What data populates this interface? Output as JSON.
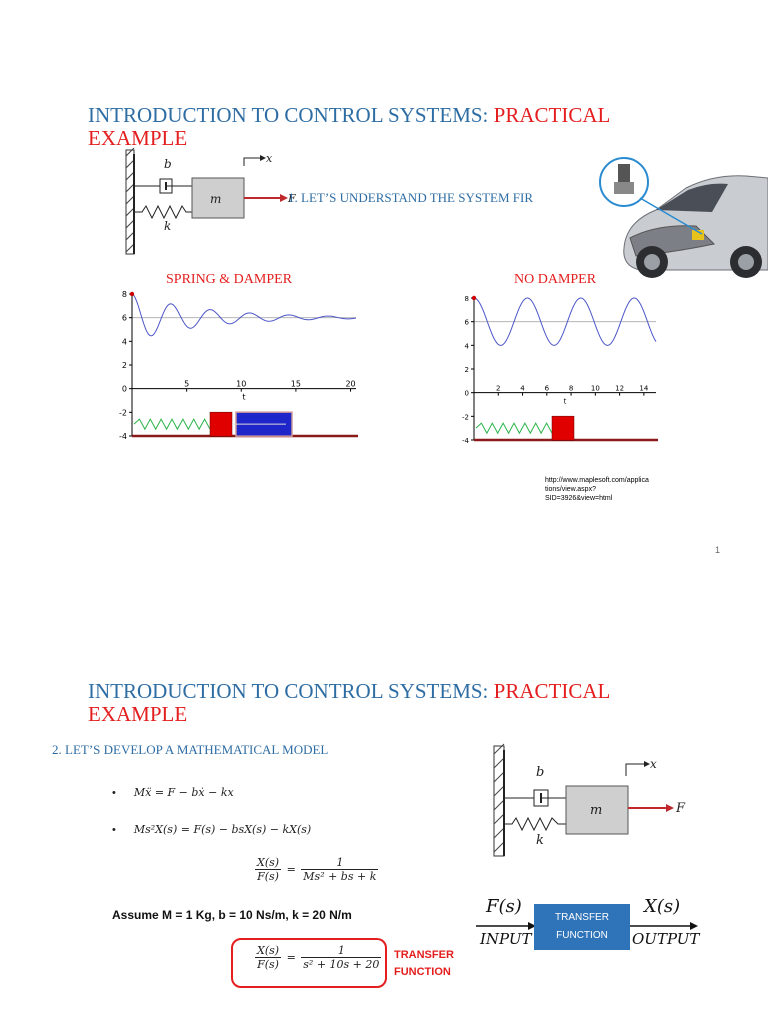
{
  "slide1": {
    "title_blue": "Introduction to Control Systems: ",
    "title_red": "Practical",
    "title_red2": "Example",
    "step_label": "1. Let’s understand the system fir",
    "diagram": {
      "b": "b",
      "k": "k",
      "m": "m",
      "x": "x",
      "F": "F"
    },
    "left_caption": "SPRING & DAMPER",
    "right_caption": "NO DAMPER",
    "url_line1": "http://www.maplesoft.com/applica",
    "url_line2": "tions/view.aspx?",
    "url_line3": "SID=3926&view=html",
    "page_number": "1"
  },
  "slide2": {
    "title_blue": "Introduction to Control Systems: ",
    "title_red": "Practical",
    "title_red2": "Example",
    "step_label": "2. Let’s develop a mathematical model",
    "eq1": "Mẍ = F − bẋ − kx",
    "eq2": "Ms²X(s) = F(s) − bsX(s) − kX(s)",
    "frac_num": "X(s)",
    "frac_den": "F(s)",
    "eq3_num": "1",
    "eq3_den": "Ms² + bs + k",
    "assume": "Assume M = 1 Kg, b = 10 Ns/m, k = 20 N/m",
    "eq4_num": "1",
    "eq4_den": "s² + 10s + 20",
    "tf_label_1": "TRANSFER",
    "tf_label_2": "FUNCTION",
    "block_input_sym": "F(s)",
    "block_output_sym": "X(s)",
    "block_input": "INPUT",
    "block_output": "OUTPUT",
    "block_label_1": "TRANSFER",
    "block_label_2": "FUNCTION",
    "bullet": "•",
    "diagram": {
      "b": "b",
      "k": "k",
      "m": "m",
      "x": "x",
      "F": "F"
    }
  },
  "chart_data": [
    {
      "type": "line",
      "title": "SPRING & DAMPER",
      "xlabel": "t",
      "ylabel": "",
      "xlim": [
        0,
        20.5
      ],
      "ylim": [
        -4,
        8
      ],
      "x_ticks": [
        "5",
        "10",
        "15",
        "20"
      ],
      "y_ticks": [
        "8",
        "6",
        "4",
        "2",
        "0",
        "-2",
        "-4"
      ],
      "series": [
        {
          "description": "damped oscillation around 6",
          "equilibrium": 6,
          "initial": 8,
          "period": 3.6,
          "decay": 0.15
        }
      ],
      "grid": false
    },
    {
      "type": "line",
      "title": "NO DAMPER",
      "xlabel": "t",
      "ylabel": "",
      "xlim": [
        0,
        15
      ],
      "ylim": [
        -4,
        8
      ],
      "x_ticks": [
        "2",
        "4",
        "6",
        "8",
        "10",
        "12",
        "14"
      ],
      "y_ticks": [
        "8",
        "6",
        "4",
        "2",
        "0",
        "-2",
        "-4"
      ],
      "series": [
        {
          "description": "undamped oscillation around 6",
          "equilibrium": 6,
          "initial": 8,
          "period": 4.4,
          "decay": 0
        }
      ],
      "grid": false
    }
  ],
  "colors": {
    "title_blue": "#2e6da4",
    "accent_red": "#e41e1e",
    "tf_blue": "#2f73b9",
    "spring_green": "#2bb44a",
    "mass_blue": "#1f26c9",
    "curve_blue": "#4b55c8"
  }
}
